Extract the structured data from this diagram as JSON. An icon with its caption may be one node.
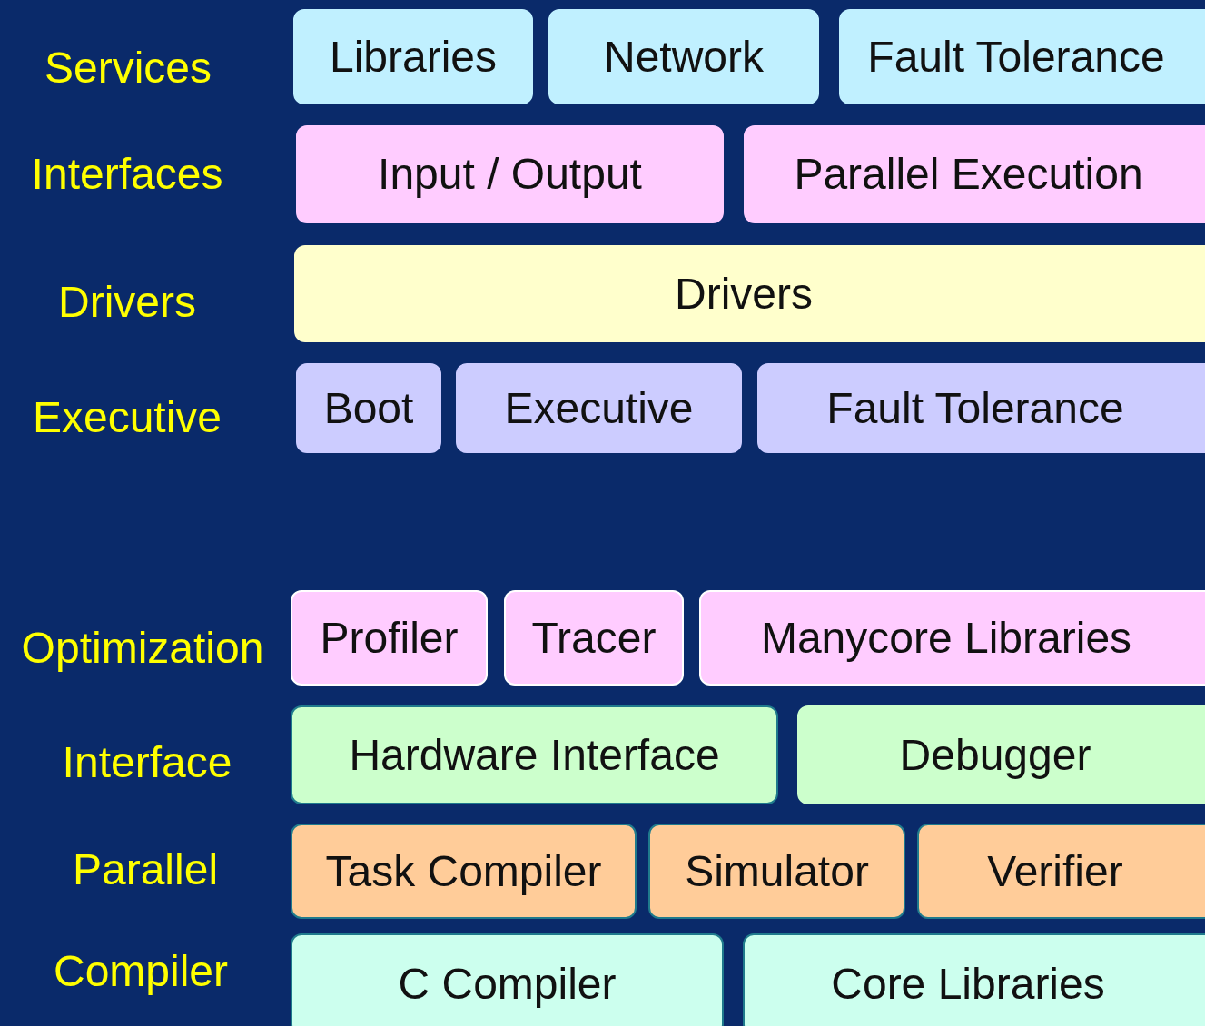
{
  "diagram": {
    "nodes": [
      {
        "text": [
          "Libraries"
        ]
      },
      {
        "text": [
          "Network"
        ]
      },
      {
        "text": [
          "Fault Tolerance"
        ]
      },
      {
        "text": [
          "Input / Output"
        ]
      },
      {
        "text": [
          "Parallel Execution"
        ]
      },
      {
        "text": [
          "Drivers"
        ]
      },
      {
        "text": [
          "Boot"
        ]
      },
      {
        "text": [
          "Executive"
        ]
      },
      {
        "text": [
          "Fault Tolerance"
        ]
      },
      {
        "text": [
          "Profiler"
        ]
      },
      {
        "text": [
          "Tracer"
        ]
      },
      {
        "text": [
          "Manycore Libraries"
        ]
      },
      {
        "text": [
          "Hardware Interface"
        ]
      },
      {
        "text": [
          "Debugger"
        ]
      },
      {
        "text": [
          "Task Compiler"
        ]
      },
      {
        "text": [
          "Simulator"
        ]
      },
      {
        "text": [
          "Verifier"
        ]
      },
      {
        "text": [
          "C Compiler"
        ]
      },
      {
        "text": [
          "Core Libraries"
        ]
      }
    ],
    "labels": [
      "Services",
      "Interfaces",
      "Drivers",
      "Executive",
      "Optimization",
      "Interface",
      "Parallel",
      "Compiler"
    ]
  }
}
